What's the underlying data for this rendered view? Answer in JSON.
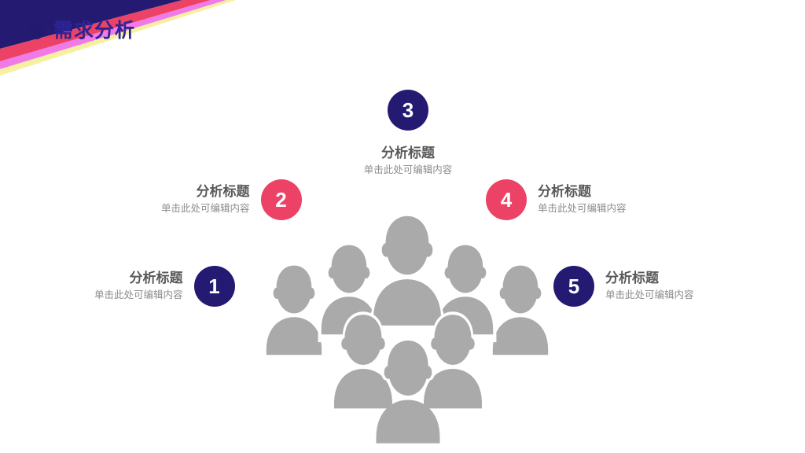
{
  "slide": {
    "background_color": "#ffffff",
    "header": {
      "bullet_icon": "dot-icon",
      "bullet_color": "#221a6e",
      "title": "需求分析",
      "title_color": "#2e2493"
    },
    "decoration": {
      "name": "corner-stripes",
      "stripes": [
        {
          "name": "navy-stripe",
          "color": "#241a72"
        },
        {
          "name": "pink-stripe",
          "color": "#ec4266"
        },
        {
          "name": "violet-stripe",
          "color": "#f07ae8"
        },
        {
          "name": "yellow-stripe",
          "color": "#f6f0a0"
        }
      ]
    },
    "graphic": {
      "name": "people-group-icon",
      "fill_color": "#aaaaaa",
      "outline_color": "#ffffff",
      "person_count": 8
    },
    "items": [
      {
        "number": "1",
        "badge_color": "#241a72",
        "badge_style": "navy",
        "title": "分析标题",
        "description": "单击此处可编辑内容",
        "side": "left"
      },
      {
        "number": "2",
        "badge_color": "#ec4266",
        "badge_style": "pink",
        "title": "分析标题",
        "description": "单击此处可编辑内容",
        "side": "left"
      },
      {
        "number": "3",
        "badge_color": "#241a72",
        "badge_style": "navy",
        "title": "分析标题",
        "description": "单击此处可编辑内容",
        "side": "top"
      },
      {
        "number": "4",
        "badge_color": "#ec4266",
        "badge_style": "pink",
        "title": "分析标题",
        "description": "单击此处可编辑内容",
        "side": "right"
      },
      {
        "number": "5",
        "badge_color": "#241a72",
        "badge_style": "navy",
        "title": "分析标题",
        "description": "单击此处可编辑内容",
        "side": "right"
      }
    ]
  }
}
